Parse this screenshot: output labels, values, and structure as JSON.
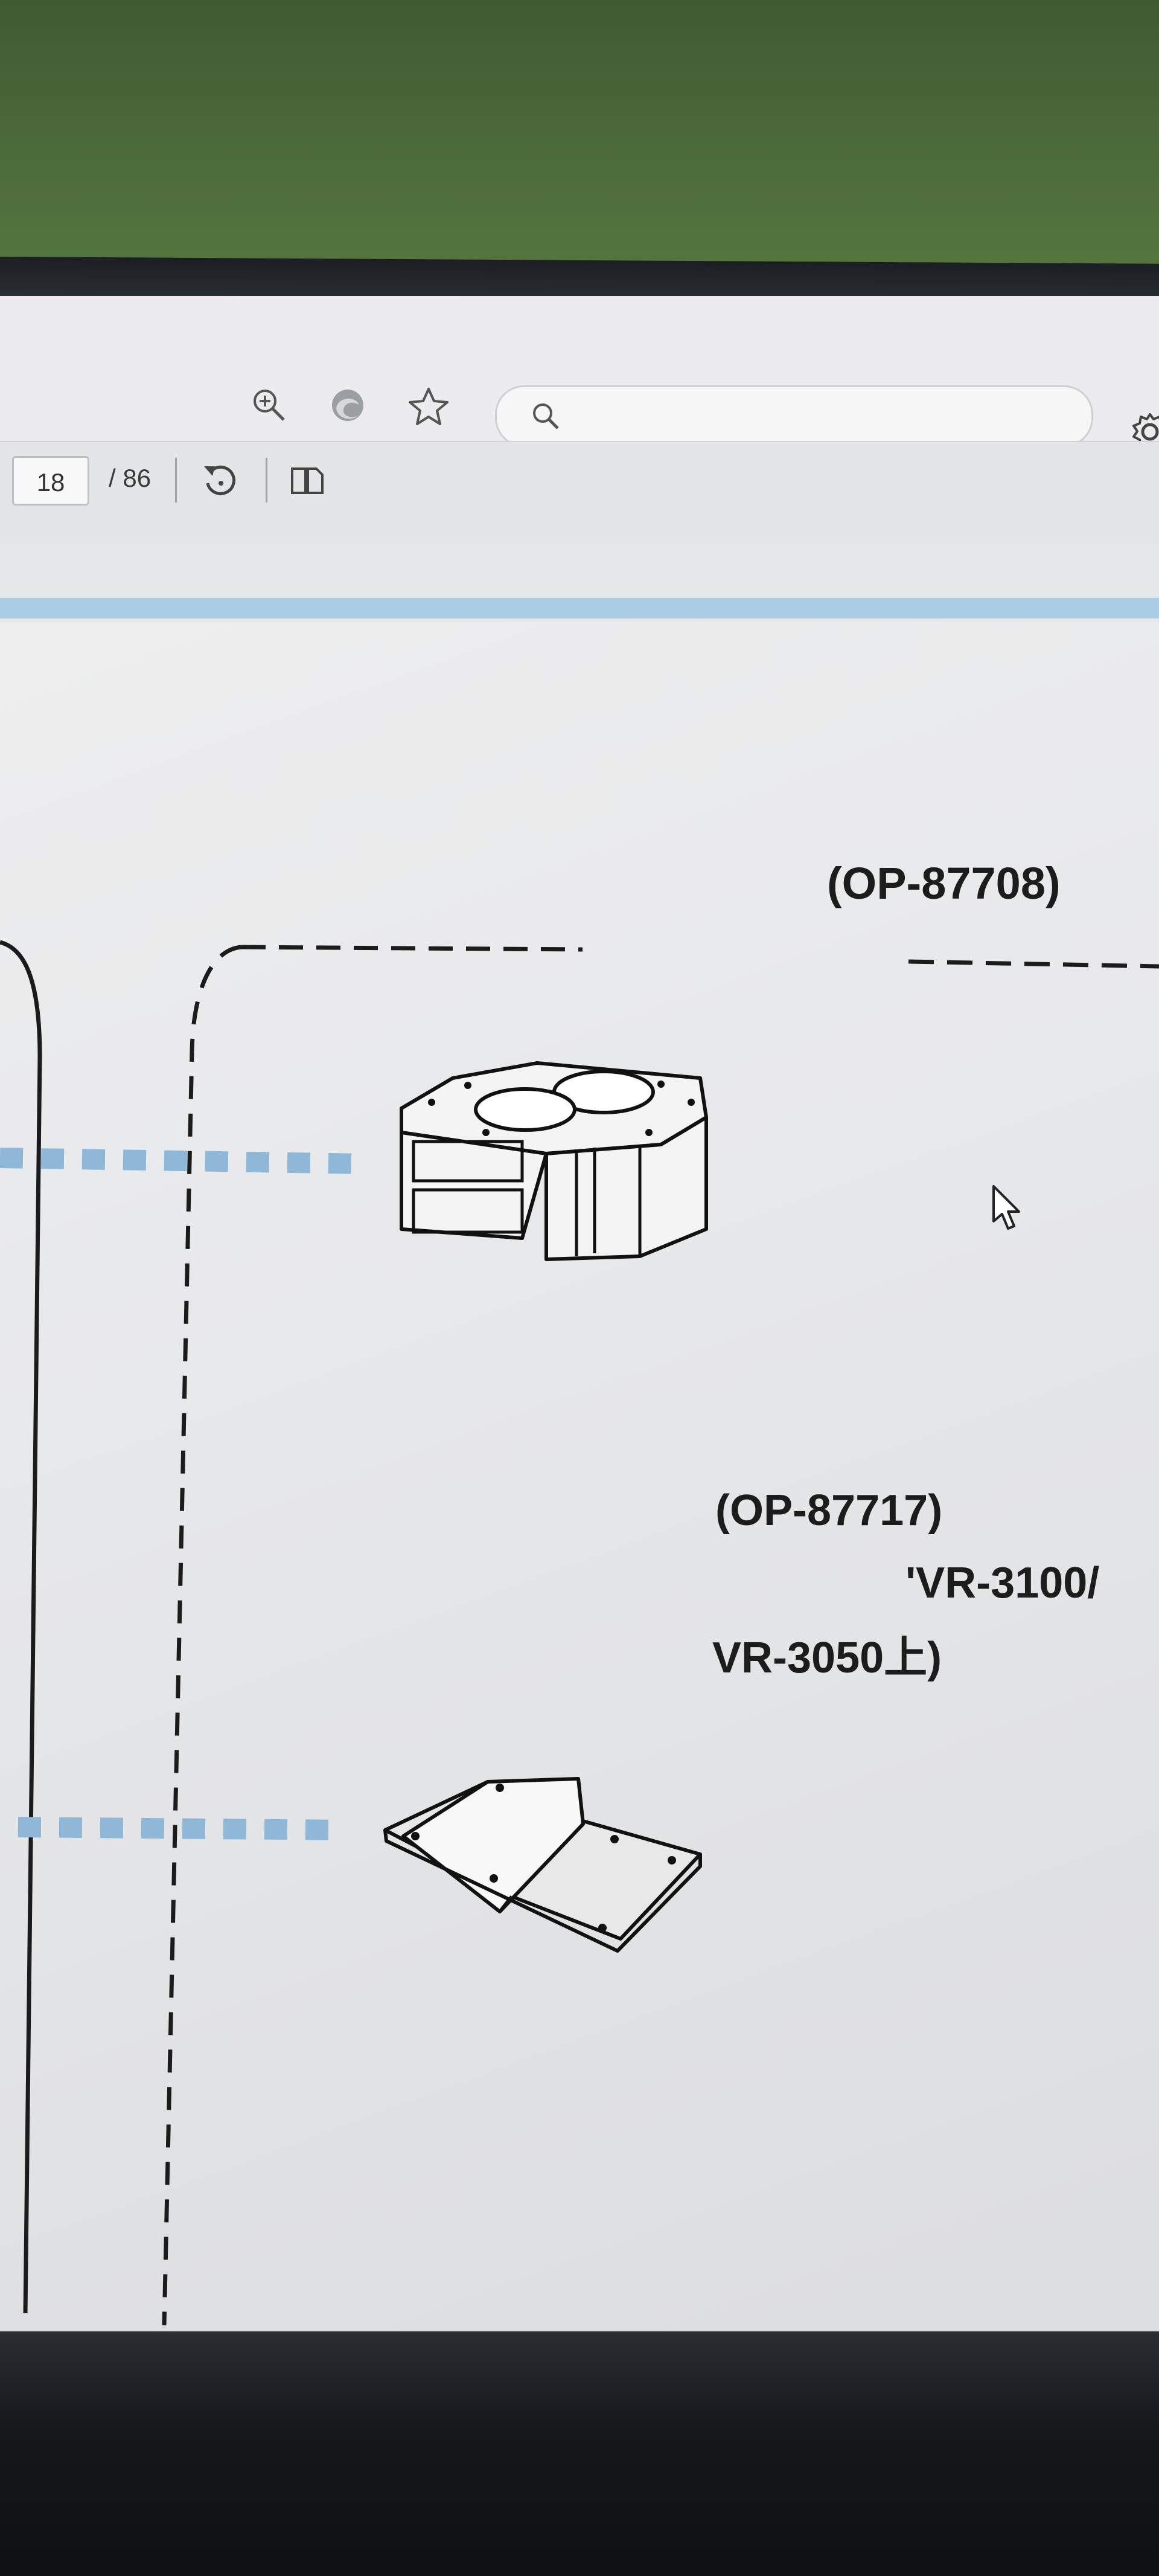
{
  "toolbar": {
    "page_current": "18",
    "page_total": "/ 86",
    "icons": [
      "zoom-in-icon",
      "edge-icon",
      "star-icon",
      "search-icon",
      "gear-icon",
      "rotate-icon",
      "page-layout-icon"
    ]
  },
  "document": {
    "part1_label": "(OP-87708)",
    "part2_label": "(OP-87717)",
    "part2_desc_line1": "'VR-3100/",
    "part2_desc_line2": "VR-3050上)"
  },
  "colors": {
    "accent_blue": "#a9cde4",
    "dash_blue": "#8fb8d8",
    "ink": "#1c1c1c"
  }
}
